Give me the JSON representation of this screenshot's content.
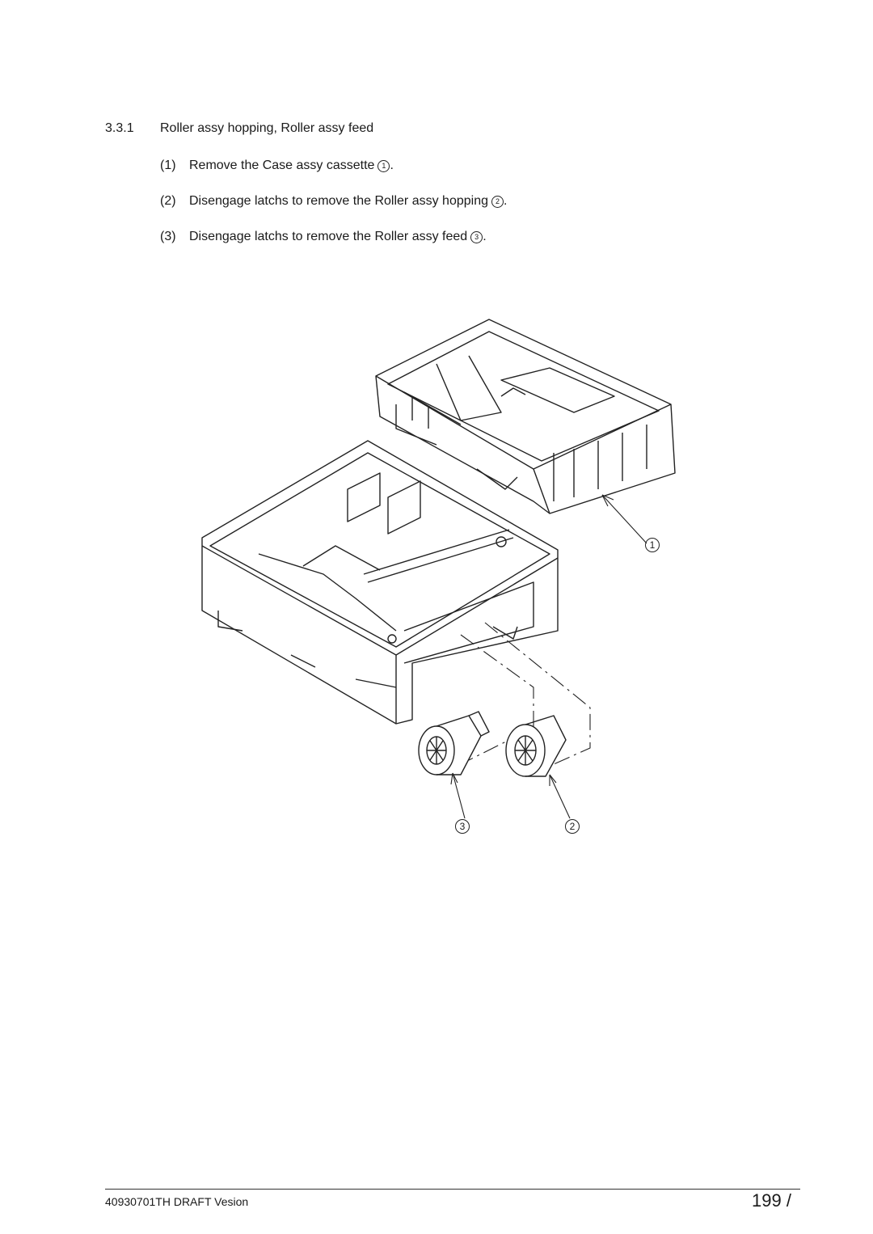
{
  "heading": {
    "number": "3.3.1",
    "title": "Roller assy hopping, Roller assy feed"
  },
  "steps": [
    {
      "num": "(1)",
      "text": "Remove the Case assy cassette",
      "ref": "1",
      "tail": "."
    },
    {
      "num": "(2)",
      "text": "Disengage latchs to remove the Roller assy hopping",
      "ref": "2",
      "tail": "."
    },
    {
      "num": "(3)",
      "text": "Disengage latchs to remove the Roller assy feed",
      "ref": "3",
      "tail": "."
    }
  ],
  "figure": {
    "callouts": [
      "1",
      "3",
      "2"
    ]
  },
  "footer": {
    "doc_id": "40930701TH  DRAFT Vesion",
    "page": "199 /"
  }
}
